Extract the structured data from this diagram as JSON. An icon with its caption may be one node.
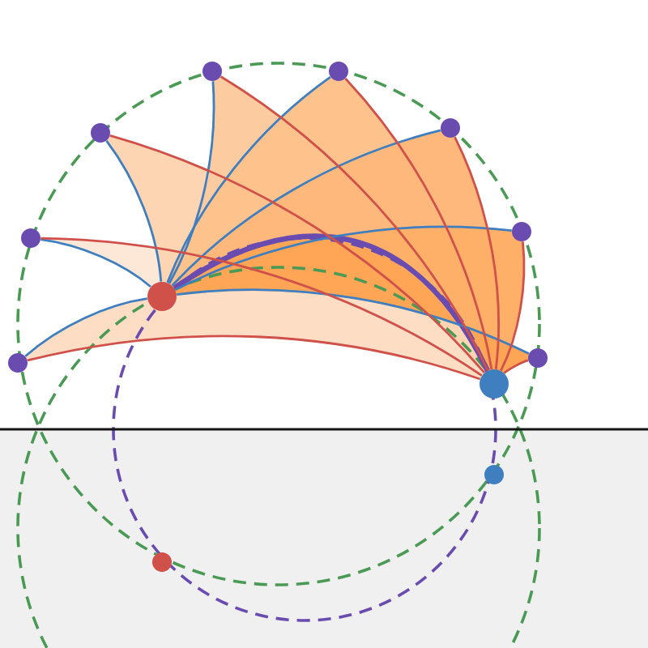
{
  "diagram": {
    "nodes": [
      {
        "text": [],
        "shape": "circle"
      },
      {
        "text": [],
        "shape": "circle"
      },
      {
        "text": [],
        "shape": "circle"
      },
      {
        "text": [],
        "shape": "circle"
      },
      {
        "text": [],
        "shape": "circle"
      },
      {
        "text": [],
        "shape": "circle"
      },
      {
        "text": [],
        "shape": "circle"
      },
      {
        "text": [],
        "shape": "circle"
      },
      {
        "text": [],
        "shape": "circle"
      },
      {
        "text": [],
        "shape": "circle"
      },
      {
        "text": [],
        "shape": "circle"
      },
      {
        "text": [],
        "shape": "circle"
      }
    ],
    "edges": [
      {
        "from": 0,
        "to": 1,
        "arrow": "none",
        "style": "thick",
        "color": "#6a4cb0"
      },
      {
        "from": 2,
        "to": 0,
        "arrow": "none",
        "color": "#3f7fbf"
      },
      {
        "from": 3,
        "to": 0,
        "arrow": "none",
        "color": "#3f7fbf"
      },
      {
        "from": 4,
        "to": 0,
        "arrow": "none",
        "color": "#3f7fbf"
      },
      {
        "from": 5,
        "to": 0,
        "arrow": "none",
        "color": "#3f7fbf"
      },
      {
        "from": 6,
        "to": 0,
        "arrow": "none",
        "color": "#3f7fbf"
      },
      {
        "from": 7,
        "to": 0,
        "arrow": "none",
        "color": "#3f7fbf"
      },
      {
        "from": 8,
        "to": 0,
        "arrow": "none",
        "color": "#3f7fbf"
      },
      {
        "from": 9,
        "to": 0,
        "arrow": "none",
        "color": "#3f7fbf"
      },
      {
        "from": 2,
        "to": 1,
        "arrow": "none",
        "color": "#d0504a"
      },
      {
        "from": 3,
        "to": 1,
        "arrow": "none",
        "color": "#d0504a"
      },
      {
        "from": 4,
        "to": 1,
        "arrow": "none",
        "color": "#d0504a"
      },
      {
        "from": 5,
        "to": 1,
        "arrow": "none",
        "color": "#d0504a"
      },
      {
        "from": 6,
        "to": 1,
        "arrow": "none",
        "color": "#d0504a"
      },
      {
        "from": 7,
        "to": 1,
        "arrow": "none",
        "color": "#d0504a"
      },
      {
        "from": 8,
        "to": 1,
        "arrow": "none",
        "color": "#d0504a"
      },
      {
        "from": 9,
        "to": 1,
        "arrow": "none",
        "color": "#d0504a"
      }
    ]
  }
}
